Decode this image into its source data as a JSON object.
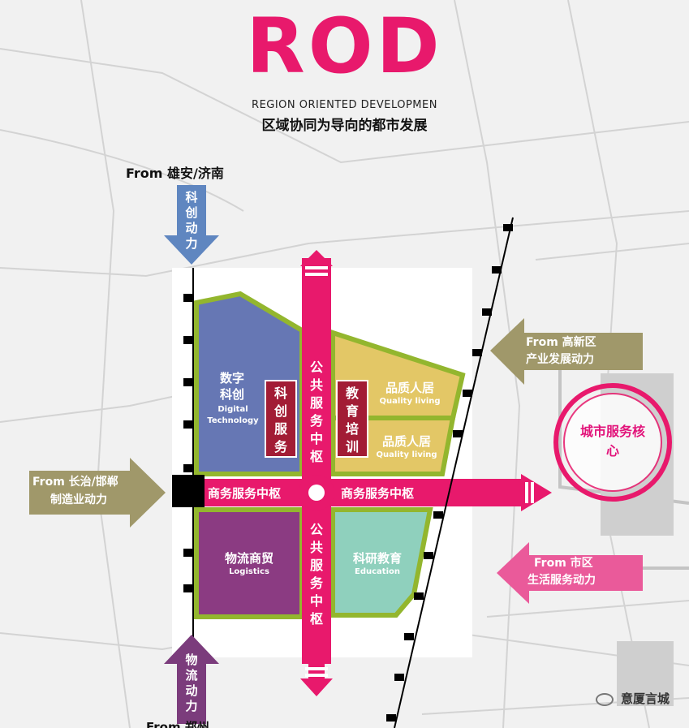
{
  "header": {
    "logo": "ROD",
    "subtitle_en": "REGION ORIENTED DEVELOPMEN",
    "subtitle_cn": "区域协同为导向的都市发展"
  },
  "inputs": {
    "top": {
      "from": "From 雄安/济南",
      "label": "科创动力"
    },
    "bottom": {
      "from": "From 郑州",
      "label": "物流动力"
    },
    "left": {
      "from": "From 长治/邯郸",
      "label": "制造业动力"
    },
    "right_upper": {
      "from": "From 高新区",
      "label": "产业发展动力"
    },
    "right_lower": {
      "from": "From 市区",
      "label": "生活服务动力"
    }
  },
  "axes": {
    "vertical_label": "公共服务中枢",
    "horizontal_left_label": "商务服务中枢",
    "horizontal_right_label": "商务服务中枢"
  },
  "zones": {
    "digital": {
      "cn": "数字科创",
      "en": "Digital Technology"
    },
    "sci_service": {
      "cn": "科创服务"
    },
    "edu_training": {
      "cn": "教育培训"
    },
    "quality1": {
      "cn": "品质人居",
      "en": "Quality living"
    },
    "quality2": {
      "cn": "品质人居",
      "en": "Quality living"
    },
    "logistics": {
      "cn": "物流商贸",
      "en": "Logistics"
    },
    "education": {
      "cn": "科研教育",
      "en": "Education"
    }
  },
  "core": {
    "label": "城市服务核心"
  },
  "watermark": "意厦言城",
  "colors": {
    "brand": "#e8196c",
    "digital": "#6677b4",
    "logistics": "#8b3b82",
    "quality": "#e3c766",
    "education": "#8fd0bd",
    "zone_border": "#93b62e",
    "blue_arrow": "#5f86c0",
    "purple_arrow": "#7b3c7c",
    "olive_arrow": "#a0986a",
    "pink_arrow": "#ea5a9a"
  }
}
